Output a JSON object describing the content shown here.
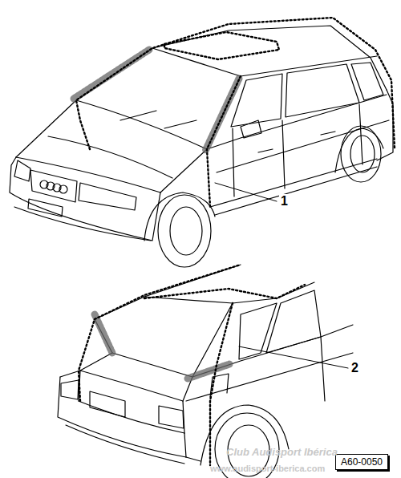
{
  "diagram": {
    "labels": [
      "1",
      "2",
      "A60-0050",
      "Club Audisport Ibérica",
      "www.audisport-iberica.com"
    ]
  }
}
